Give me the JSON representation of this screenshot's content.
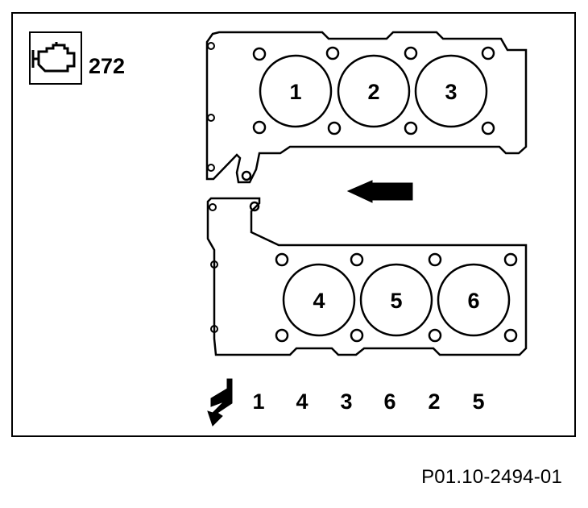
{
  "engine_code": "272",
  "bank_top": {
    "cylinders": [
      "1",
      "2",
      "3"
    ]
  },
  "bank_bottom": {
    "cylinders": [
      "4",
      "5",
      "6"
    ]
  },
  "firing_order": [
    "1",
    "4",
    "3",
    "6",
    "2",
    "5"
  ],
  "figure_id": "P01.10-2494-01",
  "icons": {
    "engine": "engine-icon",
    "direction": "arrow-left-icon",
    "ignition": "ignition-bolt-icon"
  }
}
